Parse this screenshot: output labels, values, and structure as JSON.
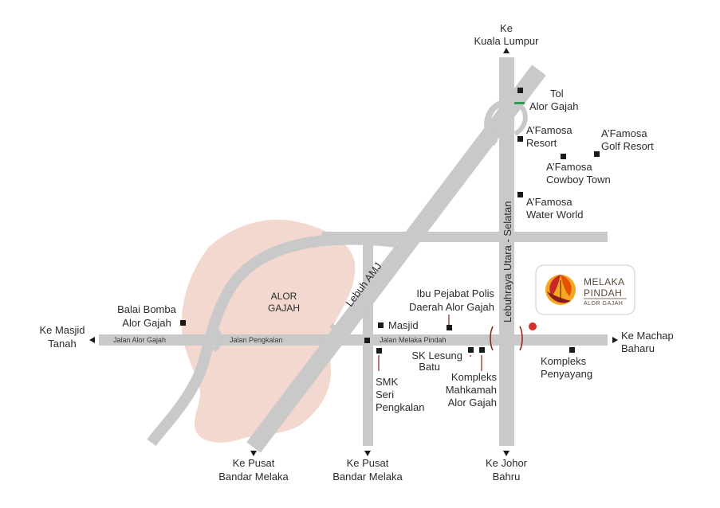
{
  "colors": {
    "road": "#c9c9c9",
    "area_fill": "#f2d8cf",
    "marker": "#1a1a1a",
    "destination_pin": "#d32f2f",
    "toll_bar": "#2e9e4a"
  },
  "area": {
    "name_line1": "ALOR",
    "name_line2": "GAJAH"
  },
  "roads": {
    "jalan_alor_gajah": "Jalan Alor Gajah",
    "jalan_pengkalan": "Jalan Pengkalan",
    "jalan_melaka_pindah": "Jalan Melaka Pindah",
    "lebuh_amj": "Lebuh AMJ",
    "lebuhraya": "Lebuhraya Utara - Selatan"
  },
  "directions": {
    "kuala_lumpur": [
      "Ke",
      "Kuala Lumpur"
    ],
    "masjid_tanah": [
      "Ke Masjid",
      "Tanah"
    ],
    "machap_baharu": [
      "Ke Machap",
      "Baharu"
    ],
    "pusat_bandar_1": [
      "Ke Pusat",
      "Bandar Melaka"
    ],
    "pusat_bandar_2": [
      "Ke Pusat",
      "Bandar Melaka"
    ],
    "johor_bahru": [
      "Ke Johor",
      "Bahru"
    ]
  },
  "landmarks": {
    "tol": [
      "Tol",
      "Alor Gajah"
    ],
    "afamosa_resort": [
      "A’Famosa",
      "Resort"
    ],
    "afamosa_golf": [
      "A’Famosa",
      "Golf Resort"
    ],
    "afamosa_cowboy": [
      "A’Famosa",
      "Cowboy Town"
    ],
    "afamosa_water": [
      "A’Famosa",
      "Water World"
    ],
    "balai_bomba": [
      "Balai Bomba",
      "Alor Gajah"
    ],
    "ibu_pejabat": [
      "Ibu Pejabat Polis",
      "Daerah Alor Gajah"
    ],
    "masjid": [
      "Masjid"
    ],
    "sk_lesung": [
      "SK Lesung",
      "Batu"
    ],
    "kompleks_mahkamah": [
      "Kompleks",
      "Mahkamah",
      "Alor Gajah"
    ],
    "smk": [
      "SMK",
      "Seri",
      "Pengkalan"
    ],
    "kompleks_penyayang": [
      "Kompleks",
      "Penyayang"
    ]
  },
  "logo": {
    "line1": "MELAKA",
    "line2": "PINDAH",
    "line3": "ALOR GAJAH"
  },
  "icons": {
    "destination": "location-pin-icon",
    "landmark": "square-marker-icon",
    "direction": "arrow-icon"
  }
}
